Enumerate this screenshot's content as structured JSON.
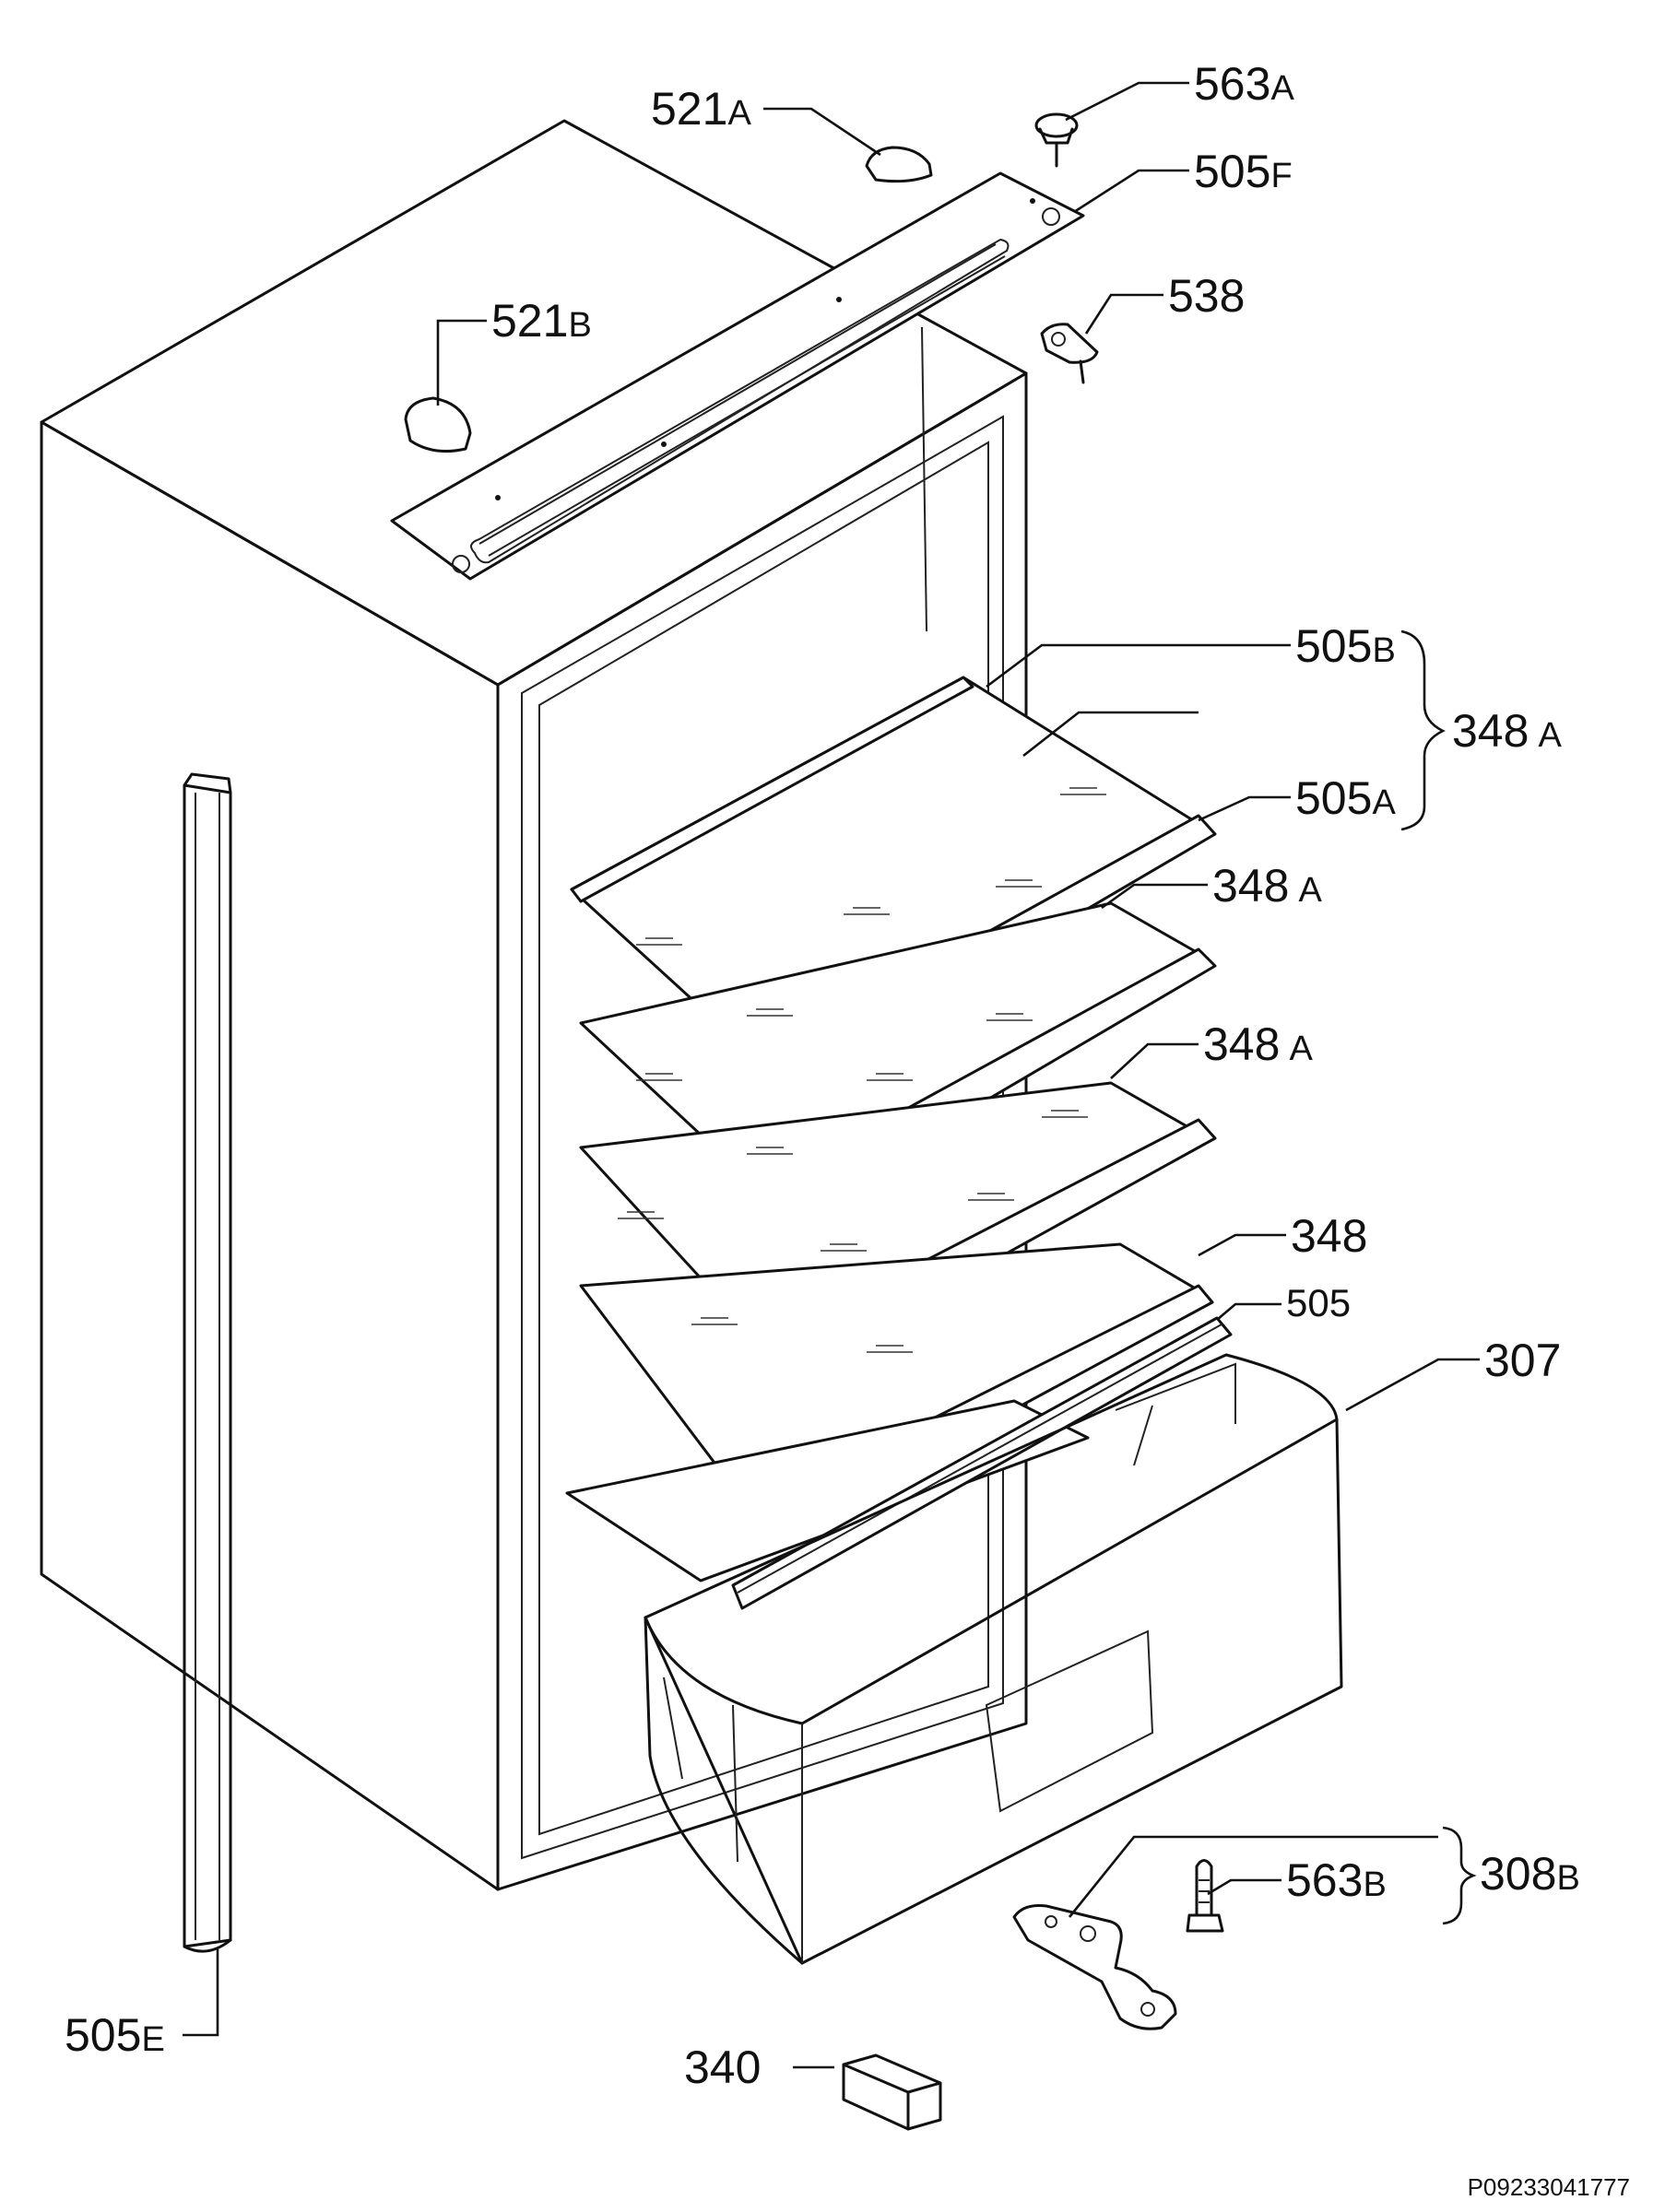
{
  "labels": {
    "l521a": {
      "num": "521",
      "suf": "A"
    },
    "l563a": {
      "num": "563",
      "suf": "A"
    },
    "l505f": {
      "num": "505",
      "suf": "F"
    },
    "l538": {
      "num": "538",
      "suf": ""
    },
    "l521b": {
      "num": "521",
      "suf": "B"
    },
    "l505b": {
      "num": "505",
      "suf": "B"
    },
    "l348a_group": {
      "num": "348",
      "suf": "A"
    },
    "l505a": {
      "num": "505",
      "suf": "A"
    },
    "l348a_1": {
      "num": "348",
      "suf": "A"
    },
    "l348a_2": {
      "num": "348",
      "suf": "A"
    },
    "l348": {
      "num": "348",
      "suf": ""
    },
    "l505": {
      "num": "505",
      "suf": ""
    },
    "l307": {
      "num": "307",
      "suf": ""
    },
    "l308b": {
      "num": "308",
      "suf": "B"
    },
    "l563b": {
      "num": "563",
      "suf": "B"
    },
    "l505e": {
      "num": "505",
      "suf": "E"
    },
    "l340": {
      "num": "340",
      "suf": ""
    }
  },
  "footer": {
    "code": "P09233041777"
  },
  "colors": {
    "line": "#111111",
    "background": "#ffffff"
  }
}
